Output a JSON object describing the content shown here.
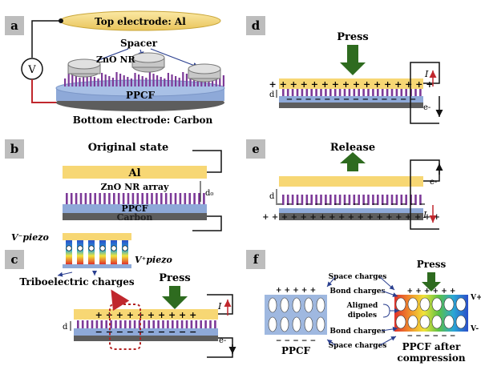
{
  "panels": {
    "a": {
      "label": "a",
      "top_electrode": "Top electrode: Al",
      "spacer": "Spacer",
      "zno": "ZnO NR",
      "ppcf": "PPCF",
      "bottom_electrode": "Bottom electrode: Carbon",
      "meter": "V"
    },
    "b": {
      "label": "b",
      "title": "Original state",
      "al": "Al",
      "zno_array": "ZnO NR array",
      "ppcf": "PPCF",
      "carbon": "Carbon",
      "gap_label": "d₀"
    },
    "c": {
      "label": "c",
      "v_minus": "V⁻piezo",
      "v_plus": "V⁺piezo",
      "tribo": "Triboelectric charges",
      "press": "Press",
      "d": "d",
      "current": "I",
      "electron": "e-"
    },
    "d": {
      "label": "d",
      "press": "Press",
      "d": "d",
      "current": "I",
      "electron": "e-"
    },
    "e": {
      "label": "e",
      "release": "Release",
      "d": "d",
      "current": "I",
      "electron": "e-"
    },
    "f": {
      "label": "f",
      "press": "Press",
      "space_charges_top": "Space charges",
      "bond_charges_top": "Bond charges",
      "aligned_dipoles_1": "Aligned",
      "aligned_dipoles_2": "dipoles",
      "bond_charges_bottom": "Bond charges",
      "space_charges_bottom": "Space charges",
      "ppcf": "PPCF",
      "ppcf_after_1": "PPCF after",
      "ppcf_after_2": "compression",
      "v_plus": "V+",
      "v_minus": "V-"
    }
  },
  "colors": {
    "label_box": "#bdbdbd",
    "aluminum": "#f7d774",
    "ppcf": "#8ea9d8",
    "carbon": "#5d5d5d",
    "nanorod": "#7d3a98",
    "press_arrow": "#2e6b1f",
    "wire_red": "#c0272d",
    "current_red": "#c0272d"
  }
}
